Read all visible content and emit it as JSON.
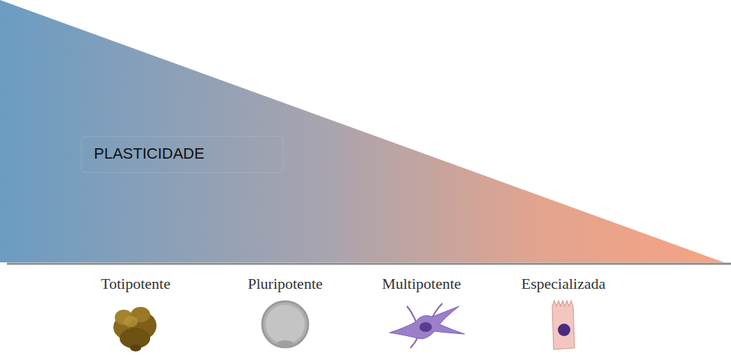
{
  "diagram": {
    "nodes": [
      {
        "text": [
          "PLASTICIDADE"
        ]
      }
    ],
    "labels": [
      "Totipotente",
      "Pluripotente",
      "Multipotente",
      "Especializada"
    ]
  }
}
